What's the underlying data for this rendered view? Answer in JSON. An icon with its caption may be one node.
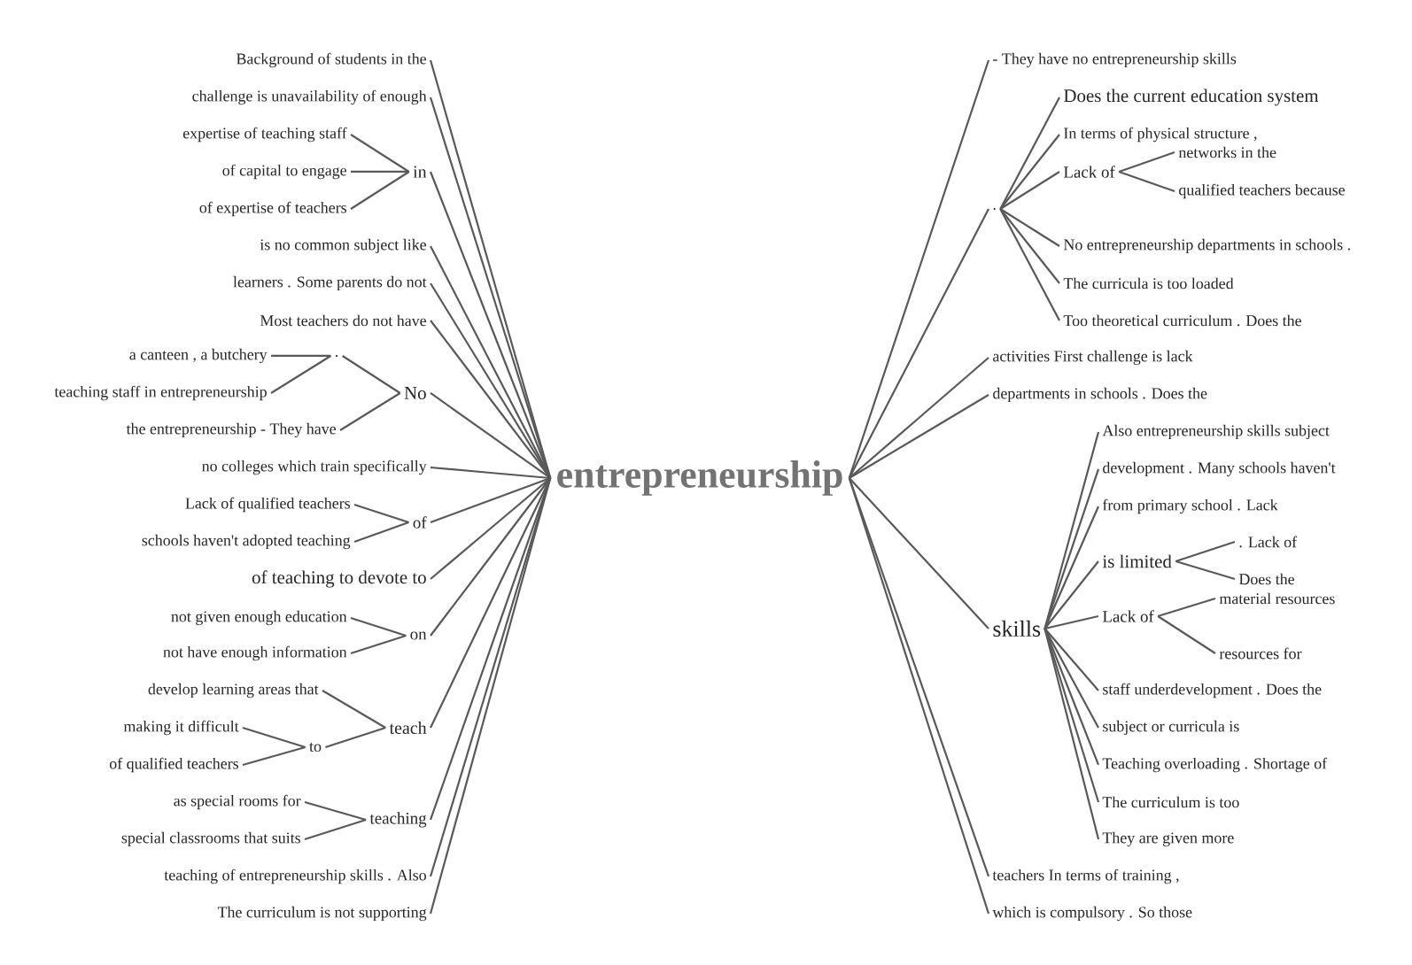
{
  "diagram": {
    "nodes": [
      {
        "text": [
          "entrepreneurship"
        ]
      },
      {
        "text": [
          "Background of students in the"
        ]
      },
      {
        "text": [
          "challenge is unavailability of enough"
        ]
      },
      {
        "text": [
          "in"
        ]
      },
      {
        "text": [
          "expertise of teaching staff"
        ]
      },
      {
        "text": [
          "of capital to engage"
        ]
      },
      {
        "text": [
          "of expertise of teachers"
        ]
      },
      {
        "text": [
          "is no common subject like"
        ]
      },
      {
        "text": [
          "learners . Some parents do not"
        ]
      },
      {
        "text": [
          "Most teachers do not have"
        ]
      },
      {
        "text": [
          "No"
        ]
      },
      {
        "text": [
          "."
        ]
      },
      {
        "text": [
          "a canteen , a butchery"
        ]
      },
      {
        "text": [
          "teaching staff in entrepreneurship"
        ]
      },
      {
        "text": [
          "the entrepreneurship - They have"
        ]
      },
      {
        "text": [
          "no colleges which train specifically"
        ]
      },
      {
        "text": [
          "of"
        ]
      },
      {
        "text": [
          "Lack of qualified teachers"
        ]
      },
      {
        "text": [
          "schools haven't adopted teaching"
        ]
      },
      {
        "text": [
          "of teaching to devote to"
        ]
      },
      {
        "text": [
          "on"
        ]
      },
      {
        "text": [
          "not given enough education"
        ]
      },
      {
        "text": [
          "not have enough information"
        ]
      },
      {
        "text": [
          "teach"
        ]
      },
      {
        "text": [
          "develop learning areas that"
        ]
      },
      {
        "text": [
          "to"
        ]
      },
      {
        "text": [
          "making it difficult"
        ]
      },
      {
        "text": [
          "of qualified teachers"
        ]
      },
      {
        "text": [
          "teaching"
        ]
      },
      {
        "text": [
          "as special rooms for"
        ]
      },
      {
        "text": [
          "special classrooms that suits"
        ]
      },
      {
        "text": [
          "teaching of entrepreneurship skills . Also"
        ]
      },
      {
        "text": [
          "The curriculum is not supporting"
        ]
      },
      {
        "text": [
          "- They have no entrepreneurship skills"
        ]
      },
      {
        "text": [
          "."
        ]
      },
      {
        "text": [
          "Does the current education system"
        ]
      },
      {
        "text": [
          "In terms of physical structure ,"
        ]
      },
      {
        "text": [
          "Lack of"
        ]
      },
      {
        "text": [
          "networks in the"
        ]
      },
      {
        "text": [
          "qualified teachers because"
        ]
      },
      {
        "text": [
          "No entrepreneurship departments in schools ."
        ]
      },
      {
        "text": [
          "The curricula is too loaded"
        ]
      },
      {
        "text": [
          "Too theoretical curriculum . Does the"
        ]
      },
      {
        "text": [
          "activities First challenge is lack"
        ]
      },
      {
        "text": [
          "departments in schools . Does the"
        ]
      },
      {
        "text": [
          "skills"
        ]
      },
      {
        "text": [
          "Also entrepreneurship skills subject"
        ]
      },
      {
        "text": [
          "development . Many schools haven't"
        ]
      },
      {
        "text": [
          "from primary school . Lack"
        ]
      },
      {
        "text": [
          "is limited"
        ]
      },
      {
        "text": [
          ". Lack of"
        ]
      },
      {
        "text": [
          "Does the"
        ]
      },
      {
        "text": [
          "Lack of"
        ]
      },
      {
        "text": [
          "material resources"
        ]
      },
      {
        "text": [
          "resources for"
        ]
      },
      {
        "text": [
          "staff underdevelopment . Does the"
        ]
      },
      {
        "text": [
          "subject or curricula is"
        ]
      },
      {
        "text": [
          "Teaching overloading . Shortage of"
        ]
      },
      {
        "text": [
          "The curriculum is too"
        ]
      },
      {
        "text": [
          "They are given more"
        ]
      },
      {
        "text": [
          "teachers In terms of training ,"
        ]
      },
      {
        "text": [
          "which is compulsory . So those"
        ]
      }
    ],
    "edges": [
      {
        "from": 0,
        "to": 1,
        "arrow": "none"
      },
      {
        "from": 0,
        "to": 2,
        "arrow": "none"
      },
      {
        "from": 0,
        "to": 3,
        "arrow": "none"
      },
      {
        "from": 3,
        "to": 4,
        "arrow": "none"
      },
      {
        "from": 3,
        "to": 5,
        "arrow": "none"
      },
      {
        "from": 3,
        "to": 6,
        "arrow": "none"
      },
      {
        "from": 0,
        "to": 7,
        "arrow": "none"
      },
      {
        "from": 0,
        "to": 8,
        "arrow": "none"
      },
      {
        "from": 0,
        "to": 9,
        "arrow": "none"
      },
      {
        "from": 0,
        "to": 10,
        "arrow": "none"
      },
      {
        "from": 10,
        "to": 11,
        "arrow": "none"
      },
      {
        "from": 11,
        "to": 12,
        "arrow": "none"
      },
      {
        "from": 11,
        "to": 13,
        "arrow": "none"
      },
      {
        "from": 10,
        "to": 14,
        "arrow": "none"
      },
      {
        "from": 0,
        "to": 15,
        "arrow": "none"
      },
      {
        "from": 0,
        "to": 16,
        "arrow": "none"
      },
      {
        "from": 16,
        "to": 17,
        "arrow": "none"
      },
      {
        "from": 16,
        "to": 18,
        "arrow": "none"
      },
      {
        "from": 0,
        "to": 19,
        "arrow": "none"
      },
      {
        "from": 0,
        "to": 20,
        "arrow": "none"
      },
      {
        "from": 20,
        "to": 21,
        "arrow": "none"
      },
      {
        "from": 20,
        "to": 22,
        "arrow": "none"
      },
      {
        "from": 0,
        "to": 23,
        "arrow": "none"
      },
      {
        "from": 23,
        "to": 24,
        "arrow": "none"
      },
      {
        "from": 23,
        "to": 25,
        "arrow": "none"
      },
      {
        "from": 25,
        "to": 26,
        "arrow": "none"
      },
      {
        "from": 25,
        "to": 27,
        "arrow": "none"
      },
      {
        "from": 0,
        "to": 28,
        "arrow": "none"
      },
      {
        "from": 28,
        "to": 29,
        "arrow": "none"
      },
      {
        "from": 28,
        "to": 30,
        "arrow": "none"
      },
      {
        "from": 0,
        "to": 31,
        "arrow": "none"
      },
      {
        "from": 0,
        "to": 32,
        "arrow": "none"
      },
      {
        "from": 0,
        "to": 33,
        "arrow": "none"
      },
      {
        "from": 0,
        "to": 34,
        "arrow": "none"
      },
      {
        "from": 34,
        "to": 35,
        "arrow": "none"
      },
      {
        "from": 34,
        "to": 36,
        "arrow": "none"
      },
      {
        "from": 34,
        "to": 37,
        "arrow": "none"
      },
      {
        "from": 37,
        "to": 38,
        "arrow": "none"
      },
      {
        "from": 37,
        "to": 39,
        "arrow": "none"
      },
      {
        "from": 34,
        "to": 40,
        "arrow": "none"
      },
      {
        "from": 34,
        "to": 41,
        "arrow": "none"
      },
      {
        "from": 34,
        "to": 42,
        "arrow": "none"
      },
      {
        "from": 0,
        "to": 43,
        "arrow": "none"
      },
      {
        "from": 0,
        "to": 44,
        "arrow": "none"
      },
      {
        "from": 0,
        "to": 45,
        "arrow": "none"
      },
      {
        "from": 45,
        "to": 46,
        "arrow": "none"
      },
      {
        "from": 45,
        "to": 47,
        "arrow": "none"
      },
      {
        "from": 45,
        "to": 48,
        "arrow": "none"
      },
      {
        "from": 45,
        "to": 49,
        "arrow": "none"
      },
      {
        "from": 49,
        "to": 50,
        "arrow": "none"
      },
      {
        "from": 49,
        "to": 51,
        "arrow": "none"
      },
      {
        "from": 45,
        "to": 52,
        "arrow": "none"
      },
      {
        "from": 52,
        "to": 53,
        "arrow": "none"
      },
      {
        "from": 52,
        "to": 54,
        "arrow": "none"
      },
      {
        "from": 45,
        "to": 55,
        "arrow": "none"
      },
      {
        "from": 45,
        "to": 56,
        "arrow": "none"
      },
      {
        "from": 45,
        "to": 57,
        "arrow": "none"
      },
      {
        "from": 45,
        "to": 58,
        "arrow": "none"
      },
      {
        "from": 45,
        "to": 59,
        "arrow": "none"
      },
      {
        "from": 0,
        "to": 60,
        "arrow": "none"
      },
      {
        "from": 0,
        "to": 61,
        "arrow": "none"
      }
    ]
  }
}
